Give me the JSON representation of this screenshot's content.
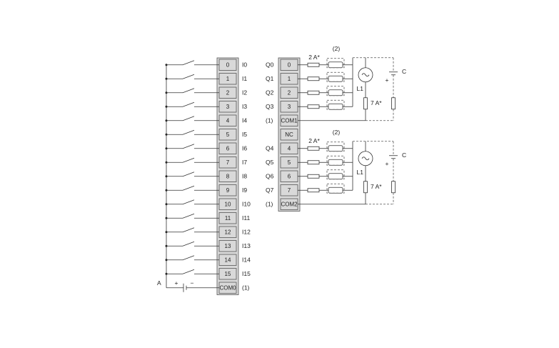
{
  "input_block": {
    "terminals": [
      "0",
      "1",
      "2",
      "3",
      "4",
      "5",
      "6",
      "7",
      "8",
      "9",
      "10",
      "11",
      "12",
      "13",
      "14",
      "15"
    ],
    "labels": [
      "I0",
      "I1",
      "I2",
      "I3",
      "I4",
      "I5",
      "I6",
      "I7",
      "I8",
      "I9",
      "I10",
      "I11",
      "I12",
      "I13",
      "I14",
      "I15"
    ],
    "common_terminal": "COM0",
    "common_note": "(1)",
    "supply_label": "A",
    "supply_plus": "+",
    "supply_minus": "−"
  },
  "output_block": {
    "groups": [
      {
        "outputs": [
          {
            "terminal": "0",
            "label": "Q0"
          },
          {
            "terminal": "1",
            "label": "Q1"
          },
          {
            "terminal": "2",
            "label": "Q2"
          },
          {
            "terminal": "3",
            "label": "Q3"
          }
        ],
        "common_terminal": "COM1",
        "common_note": "(1)",
        "fuse_output": "2 A*",
        "fuse_common": "7 A*",
        "load_note": "(2)",
        "ac_source": "L1",
        "dc_source": "C",
        "dc_plus": "+"
      },
      {
        "leading_terminal": "NC",
        "outputs": [
          {
            "terminal": "4",
            "label": "Q4"
          },
          {
            "terminal": "5",
            "label": "Q5"
          },
          {
            "terminal": "6",
            "label": "Q6"
          },
          {
            "terminal": "7",
            "label": "Q7"
          }
        ],
        "common_terminal": "COM2",
        "common_note": "(1)",
        "fuse_output": "2 A*",
        "fuse_common": "7 A*",
        "load_note": "(2)",
        "ac_source": "L1",
        "dc_source": "C",
        "dc_plus": "+"
      }
    ]
  }
}
